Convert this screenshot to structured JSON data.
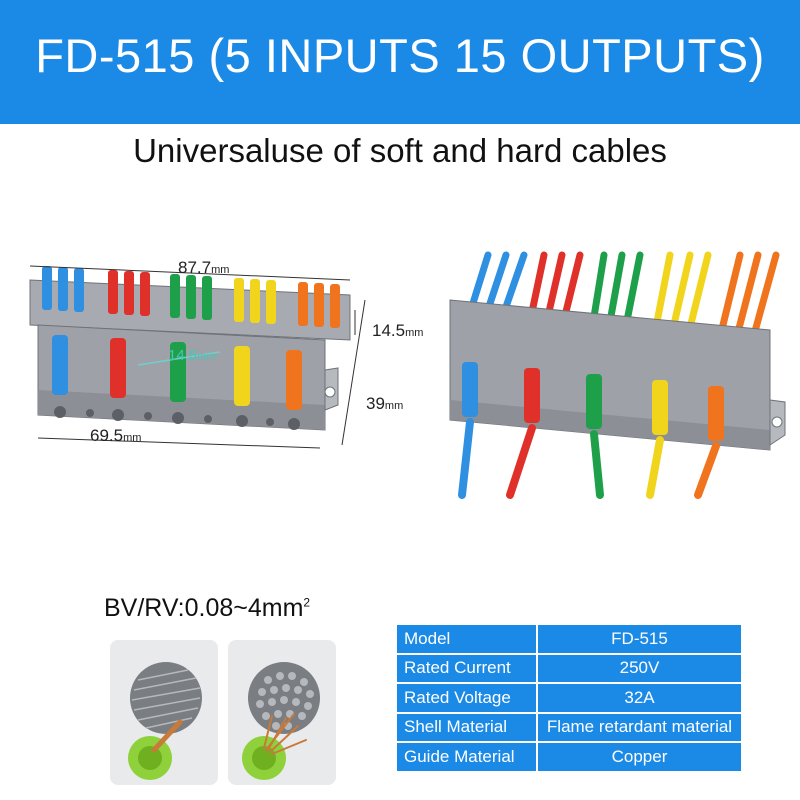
{
  "banner": {
    "title": "FD-515 (5 INPUTS 15 OUTPUTS)"
  },
  "subtitle": "Universaluse of soft and hard cables",
  "dimensions": {
    "length_top": {
      "value": "87.7",
      "unit": "mm"
    },
    "height": {
      "value": "14.5",
      "unit": "mm"
    },
    "depth": {
      "value": "39",
      "unit": "mm"
    },
    "length_bottom": {
      "value": "69.5",
      "unit": "mm"
    },
    "pitch": {
      "value": "14.8",
      "unit": "mm"
    }
  },
  "wire_spec": {
    "text": "BV/RV:0.08~4mm",
    "superscript": "2"
  },
  "spec_table": {
    "rows": [
      {
        "key": "Model",
        "value": "FD-515"
      },
      {
        "key": "Rated Current",
        "value": "250V"
      },
      {
        "key": "Rated Voltage",
        "value": "32A"
      },
      {
        "key": "Shell Material",
        "value": "Flame retardant material"
      },
      {
        "key": "Guide Material",
        "value": "Copper"
      }
    ]
  },
  "colors": {
    "banner": "#1b8ae6",
    "lever_blue": "#2f8fe0",
    "lever_red": "#e0302a",
    "lever_green": "#1ea04a",
    "lever_yellow": "#f1d51c",
    "lever_orange": "#f0731e",
    "housing": "#9ea2a8"
  }
}
